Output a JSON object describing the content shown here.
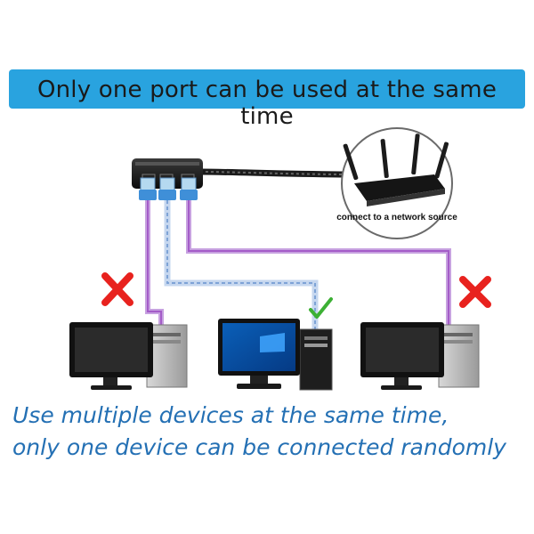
{
  "header": {
    "title": "Only one port can be used at the same time"
  },
  "router": {
    "caption": "connect to a network source"
  },
  "computers": [
    {
      "id": "left",
      "status": "not-connected",
      "status_icon": "red-x-icon",
      "screen": "black"
    },
    {
      "id": "center",
      "status": "connected",
      "status_icon": "green-check-icon",
      "screen": "windows-desktop"
    },
    {
      "id": "right",
      "status": "not-connected",
      "status_icon": "red-x-icon",
      "screen": "black"
    }
  ],
  "cables": [
    {
      "from": "port-1",
      "to": "left",
      "color": "#b67ad0",
      "style": "solid"
    },
    {
      "from": "port-2",
      "to": "center",
      "color": "#9bb6df",
      "style": "dashed"
    },
    {
      "from": "port-3",
      "to": "right",
      "color": "#b67ad0",
      "style": "solid"
    }
  ],
  "colors": {
    "banner": "#29a3df",
    "text_blue": "#2470b4",
    "red_x": "#e8221e",
    "green_check": "#3cb034"
  },
  "footer": {
    "line1": "Use multiple devices at the same time,",
    "line2": "only one device can be connected randomly"
  }
}
